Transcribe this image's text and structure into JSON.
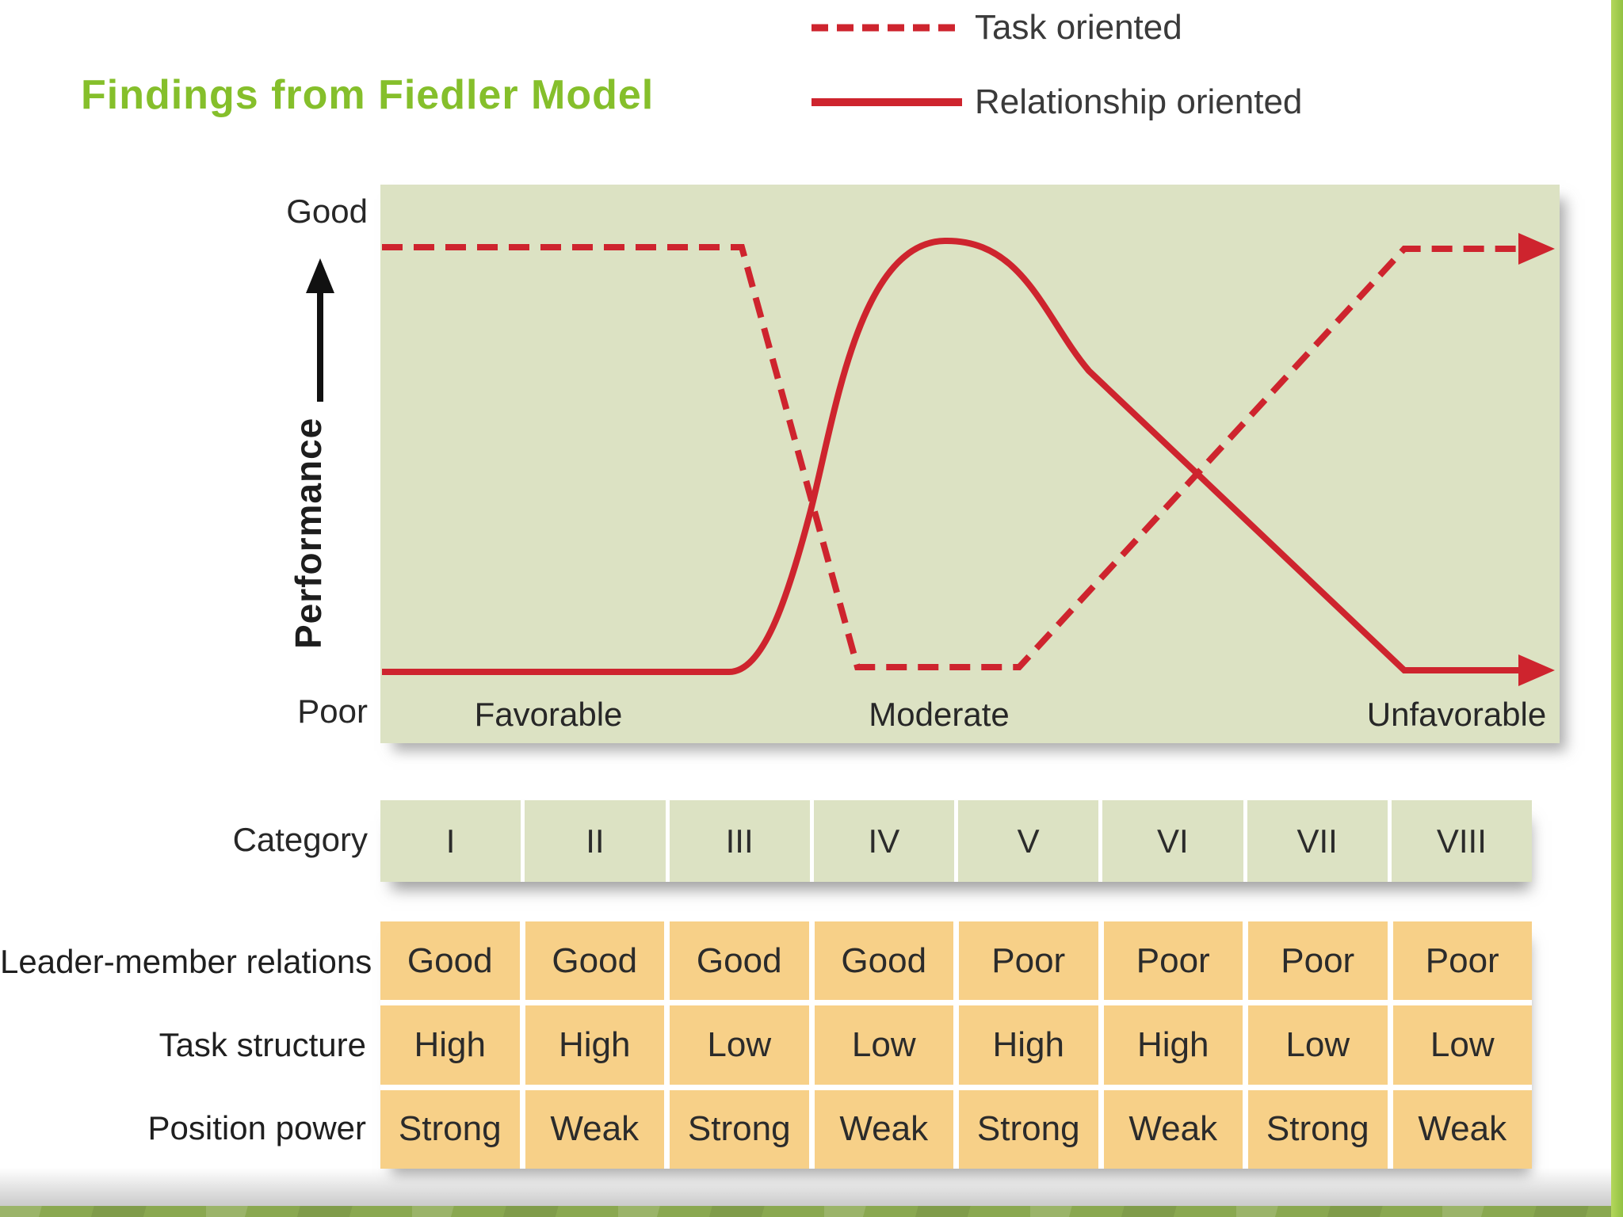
{
  "title": {
    "text": "Findings from Fiedler Model",
    "color": "#85bf2b"
  },
  "legend": {
    "line_color": "#ce242e",
    "items": [
      {
        "label": "Task oriented",
        "line_style": "dashed"
      },
      {
        "label": "Relationship oriented",
        "line_style": "solid"
      }
    ]
  },
  "chart": {
    "plot_bg": "#dce2c3",
    "y_axis": {
      "top_label": "Good",
      "bottom_label": "Poor",
      "axis_label": "Performance"
    },
    "x_labels": [
      "Favorable",
      "Moderate",
      "Unfavorable"
    ]
  },
  "chart_data": {
    "type": "line",
    "title": "Findings from Fiedler Model",
    "x_categories": [
      "I",
      "II",
      "III",
      "IV",
      "V",
      "VI",
      "VII",
      "VIII"
    ],
    "x_zone_labels": [
      "Favorable",
      "Moderate",
      "Unfavorable"
    ],
    "ylabel": "Performance",
    "y_range": {
      "bottom": "Poor",
      "top": "Good"
    },
    "grid": false,
    "legend_position": "top-right",
    "series": [
      {
        "name": "Task oriented",
        "style": "dashed",
        "color": "#ce242e",
        "values_0to1": [
          1,
          1,
          1,
          0,
          0,
          0.4,
          0.8,
          1
        ],
        "shape_note": "flat at Good over Favorable zone, steep drop after category III, flat at Poor through Moderate zone, rises to Good toward Unfavorable, ends with right arrow"
      },
      {
        "name": "Relationship oriented",
        "style": "solid",
        "color": "#ce242e",
        "values_0to1": [
          0,
          0,
          0.05,
          0.9,
          0.9,
          0.5,
          0.2,
          0
        ],
        "shape_note": "flat at Poor over Favorable zone, rises to rounded hump peaking at Good in Moderate zone, descends to Poor in Unfavorable zone, ends with right arrow"
      }
    ]
  },
  "category_row": {
    "label": "Category",
    "cell_bg": "#dce2c3",
    "values": [
      "I",
      "II",
      "III",
      "IV",
      "V",
      "VI",
      "VII",
      "VIII"
    ]
  },
  "table": {
    "cell_bg": "#f7d088",
    "rows": [
      {
        "label": "Leader-member relations",
        "values": [
          "Good",
          "Good",
          "Good",
          "Good",
          "Poor",
          "Poor",
          "Poor",
          "Poor"
        ]
      },
      {
        "label": "Task structure",
        "values": [
          "High",
          "High",
          "Low",
          "Low",
          "High",
          "High",
          "Low",
          "Low"
        ]
      },
      {
        "label": "Position power",
        "values": [
          "Strong",
          "Weak",
          "Strong",
          "Weak",
          "Strong",
          "Weak",
          "Strong",
          "Weak"
        ]
      }
    ]
  },
  "decor": {
    "bottom_band_color": "#8aa850",
    "side_strip_color": "#9ccb4b"
  }
}
